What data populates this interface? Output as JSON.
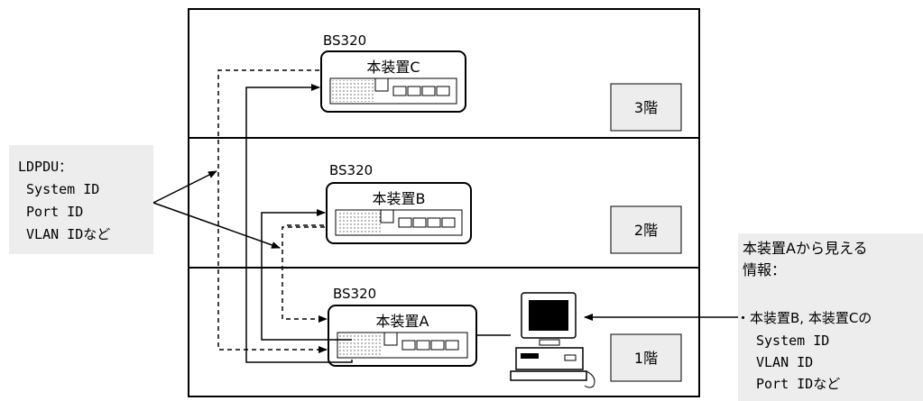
{
  "floors": [
    {
      "label": "3階"
    },
    {
      "label": "2階"
    },
    {
      "label": "1階"
    }
  ],
  "devices": [
    {
      "model": "BS320",
      "name": "本装置C"
    },
    {
      "model": "BS320",
      "name": "本装置B"
    },
    {
      "model": "BS320",
      "name": "本装置A"
    }
  ],
  "ldpdu_note": {
    "lines": [
      "LDPDU：",
      " System ID",
      " Port ID",
      " VLAN IDなど"
    ]
  },
  "info_note": {
    "lines": [
      "本装置Aから見える",
      "情報：",
      "",
      "・本装置B, 本装置Cの",
      "　System ID",
      "　VLAN ID",
      "　Port IDなど"
    ]
  },
  "colors": {
    "note_bg": "#ededed",
    "line": "#000000"
  }
}
